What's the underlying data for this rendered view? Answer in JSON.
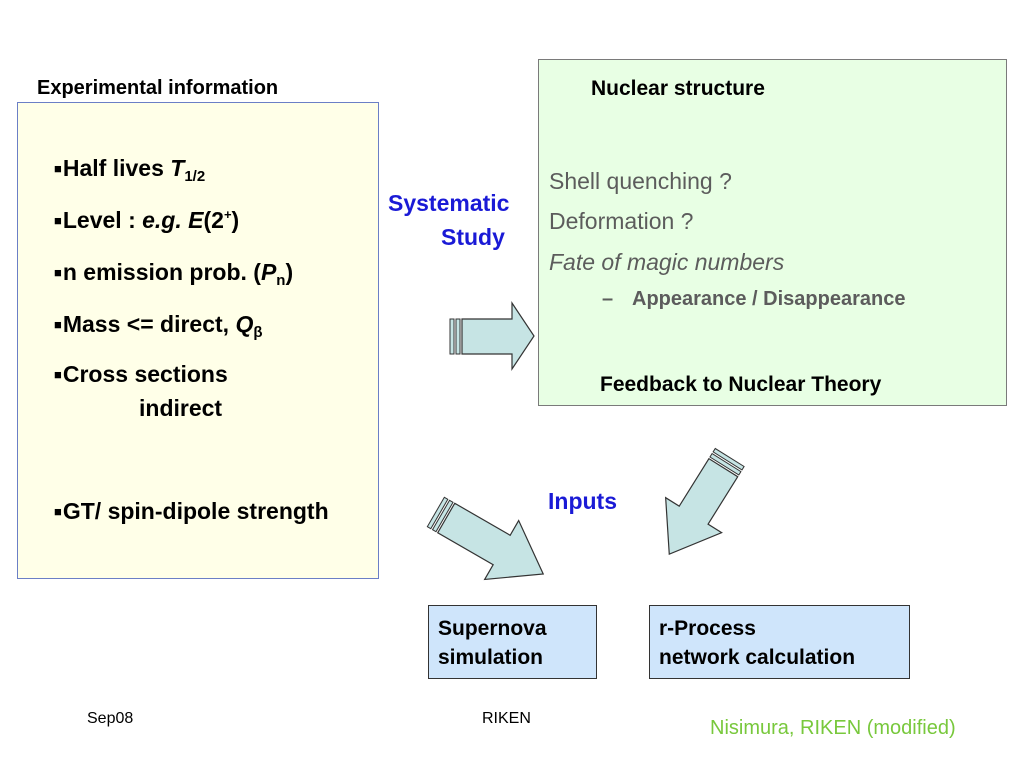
{
  "experimental": {
    "heading": "Experimental information",
    "bullet": "■",
    "items": {
      "half_lives": {
        "text": "Half lives ",
        "var": "T",
        "sub": "1/2"
      },
      "level": {
        "text": "Level : ",
        "eg": "e.g. E",
        "paren_open": "(2",
        "sup": "+",
        "paren_close": ")"
      },
      "n_emission": {
        "text": "n emission prob. (",
        "var": "P",
        "sub": "n",
        "close": ")"
      },
      "mass": {
        "text": "Mass <= direct, ",
        "var": "Q",
        "sub": "β"
      },
      "cross_sections": {
        "line1": "Cross sections",
        "line2": "indirect"
      },
      "gt": {
        "text": "GT/ spin-dipole strength"
      }
    }
  },
  "nuclear": {
    "title": "Nuclear structure",
    "shell": "Shell quenching ?",
    "deformation": "Deformation ?",
    "magic": "Fate of  magic numbers",
    "sub_dash": "–",
    "sub_item": "Appearance / Disappearance",
    "feedback": "Feedback to Nuclear Theory"
  },
  "labels": {
    "systematic_line1": "Systematic",
    "systematic_line2": "Study",
    "inputs": "Inputs"
  },
  "boxes": {
    "supernova": {
      "line1": "Supernova",
      "line2": "simulation"
    },
    "rprocess": {
      "line1": "r-Process",
      "line2": "network calculation"
    }
  },
  "footer": {
    "date": "Sep08",
    "org": "RIKEN",
    "credit": "Nisimura, RIKEN  (modified)"
  },
  "colors": {
    "exp_box_fill": "#ffffe8",
    "nuc_box_fill": "#e8ffe4",
    "bottom_box_fill": "#cfe5fb",
    "arrow_fill": "#c6e4e4",
    "label_blue": "#1a1ad6",
    "credit_green": "#78c83c"
  }
}
